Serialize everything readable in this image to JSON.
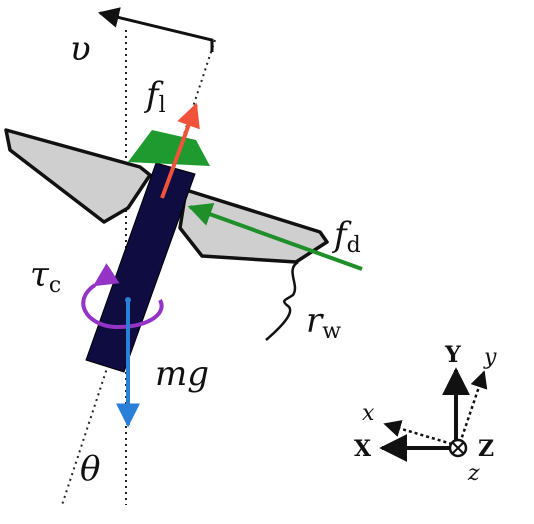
{
  "labels": {
    "velocity": "υ",
    "lift_main": "f",
    "lift_sub": "l",
    "drag_main": "f",
    "drag_sub": "d",
    "torque_main": "τ",
    "torque_sub": "c",
    "wing_main": "r",
    "wing_sub": "w",
    "weight": "mg",
    "angle": "θ"
  },
  "axes": {
    "world_y": "Y",
    "body_y": "y",
    "body_x": "x",
    "world_x": "X",
    "world_z": "Z",
    "body_z": "z"
  },
  "colors": {
    "body": "#0e0c40",
    "wing_fill": "#cfcfcf",
    "lift_arrow": "#f0523a",
    "drag_arrow": "#1f8f2a",
    "head": "#1f9a2e",
    "torque": "#9433c6",
    "weight_arrow": "#2a7fd8"
  }
}
